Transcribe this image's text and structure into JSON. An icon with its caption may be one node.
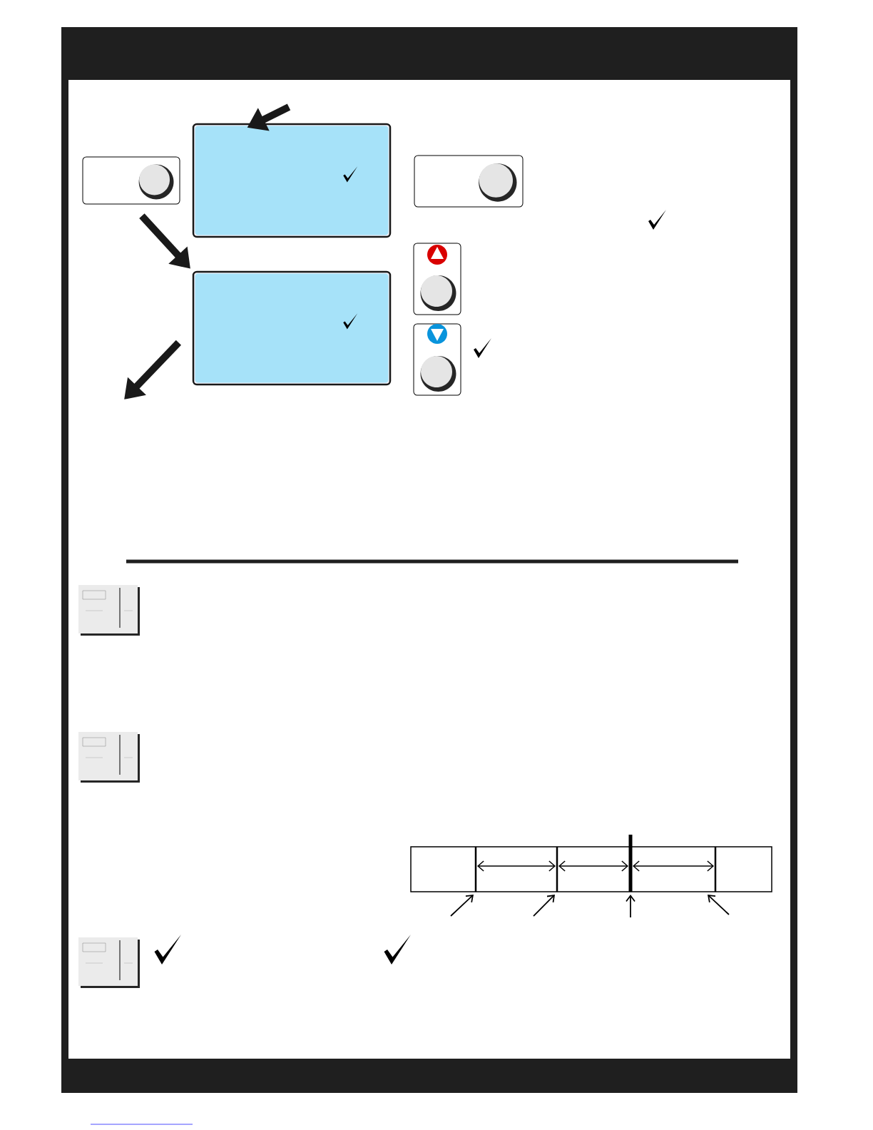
{
  "diagram": {
    "nodes": [
      {
        "text": [],
        "shape": "button"
      },
      {
        "text": [],
        "shape": "screen"
      },
      {
        "text": [],
        "shape": "button"
      },
      {
        "text": [],
        "shape": "screen"
      },
      {
        "text": [],
        "shape": "button"
      },
      {
        "text": [],
        "shape": "button"
      }
    ],
    "edges": [
      {
        "from": null,
        "to": 1,
        "arrow": "to"
      },
      {
        "from": 0,
        "to": 3,
        "arrow": "to"
      },
      {
        "from": 3,
        "to": null,
        "arrow": "to"
      }
    ]
  }
}
